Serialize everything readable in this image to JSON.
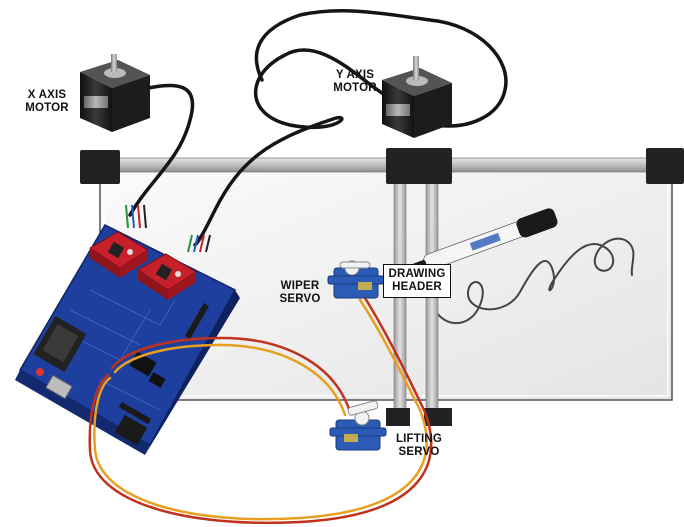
{
  "labels": {
    "x_axis_motor": [
      "X AXIS",
      "MOTOR"
    ],
    "y_axis_motor": [
      "Y AXIS",
      "MOTOR"
    ],
    "wiper_servo": [
      "WIPER",
      "SERVO"
    ],
    "drawing_header": [
      "DRAWING",
      "HEADER"
    ],
    "lifting_servo": [
      "LIFTING",
      "SERVO"
    ]
  },
  "colors": {
    "whiteboard": "#f2f2f2",
    "frame": "#222222",
    "rail": "#c9c9c9",
    "motor_body": "#1a1a1a",
    "pcb_blue": "#1f3f9e",
    "driver_red": "#c8202a",
    "servo_blue": "#2b5bb5",
    "wire_orange": "#e8a020",
    "wire_red": "#c0321e"
  }
}
